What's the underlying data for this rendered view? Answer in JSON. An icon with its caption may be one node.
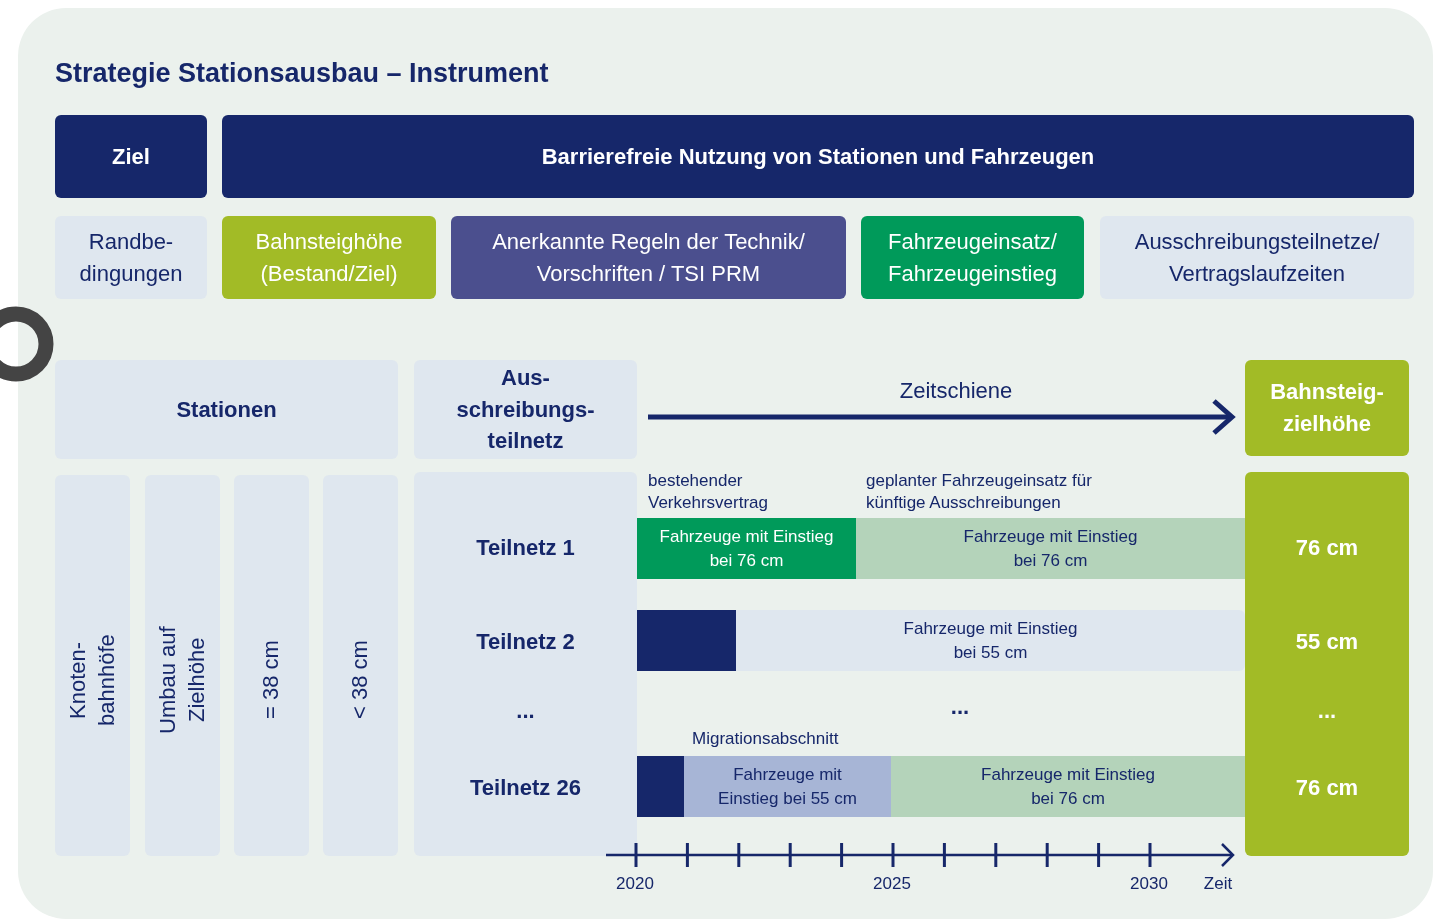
{
  "diagram": {
    "title": "Strategie Stationsausbau – Instrument",
    "nodes": [
      {
        "text": [
          "Ziel"
        ]
      },
      {
        "text": [
          "Barrierefreie Nutzung von Stationen und Fahrzeugen"
        ]
      },
      {
        "text": [
          "Randbe- dingungen"
        ]
      },
      {
        "text": [
          "Bahnsteighöhe (Bestand/Ziel)"
        ]
      },
      {
        "text": [
          "Anerkannte Regeln der Technik/ Vorschriften / TSI PRM"
        ]
      },
      {
        "text": [
          "Fahrzeugeinsatz/ Fahrzeugeinstieg"
        ]
      },
      {
        "text": [
          "Ausschreibungsteilnetze/ Vertragslaufzeiten"
        ]
      },
      {
        "text": [
          "Stationen"
        ]
      },
      {
        "text": [
          "Aus- schreibungs- teilnetz"
        ]
      },
      {
        "text": [
          "Bahnsteig- zielhöhe"
        ]
      },
      {
        "text": [
          "Knoten- bahnhöfe"
        ]
      },
      {
        "text": [
          "Umbau auf Zielhöhe"
        ]
      },
      {
        "text": [
          "= 38 cm"
        ]
      },
      {
        "text": [
          "< 38 cm"
        ]
      },
      {
        "text": [
          "Teilnetz 1",
          "Teilnetz 2",
          "...",
          "Teilnetz 26"
        ]
      },
      {
        "text": [
          "76 cm",
          "55 cm",
          "...",
          "76 cm"
        ]
      },
      {
        "text": [
          "Fahrzeuge mit Einstieg bei 76 cm"
        ]
      },
      {
        "text": [
          "Fahrzeuge mit Einstieg bei 76 cm"
        ]
      },
      {
        "text": [],
        "shape": "bar"
      },
      {
        "text": [
          "Fahrzeuge mit Einstieg bei 55 cm"
        ]
      },
      {
        "text": [],
        "shape": "bar"
      },
      {
        "text": [
          "Fahrzeuge mit Einstieg bei 55 cm"
        ]
      },
      {
        "text": [
          "Fahrzeuge mit Einstieg bei 76 cm"
        ]
      }
    ],
    "edges": [],
    "labels": [
      "Zeitschiene",
      "bestehender Verkehrsvertrag",
      "geplanter Fahrzeugeinsatz für künftige Ausschreibungen",
      "...",
      "Migrationsabschnitt",
      "2020",
      "2025",
      "2030",
      "Zeit"
    ]
  }
}
